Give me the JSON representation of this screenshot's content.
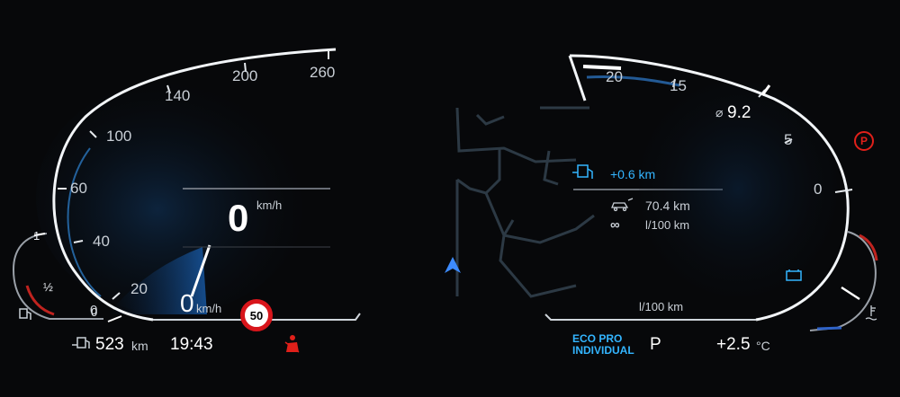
{
  "speedometer": {
    "scale_labels": [
      "0",
      "20",
      "40",
      "60",
      "100",
      "140",
      "200",
      "260"
    ],
    "speed_value": "0",
    "speed_unit": "km/h",
    "needle_value": "0",
    "needle_unit": "km/h"
  },
  "fuel_gauge": {
    "labels": [
      "1",
      "½",
      "0"
    ]
  },
  "bottom_left": {
    "range_value": "523",
    "range_unit": "km",
    "clock": "19:43",
    "speed_limit": "50"
  },
  "center_info": {
    "electric_distance": "+0.6 km",
    "trip_distance": "70.4 km",
    "consumption_unit": "l/100 km",
    "infinity_symbol": "∞"
  },
  "consumption_gauge": {
    "scale_labels": [
      "20",
      "15",
      "5",
      "0"
    ],
    "average_symbol": "⌀",
    "average_value": "9.2",
    "unit": "l/100 km"
  },
  "bottom_right": {
    "drive_mode_line1": "ECO PRO",
    "drive_mode_line2": "INDIVIDUAL",
    "gear": "P",
    "temperature_value": "+2.5",
    "temperature_unit": "°C"
  },
  "colors": {
    "accent": "#33b5ff",
    "warning": "#e0201a",
    "background": "#07080a"
  }
}
